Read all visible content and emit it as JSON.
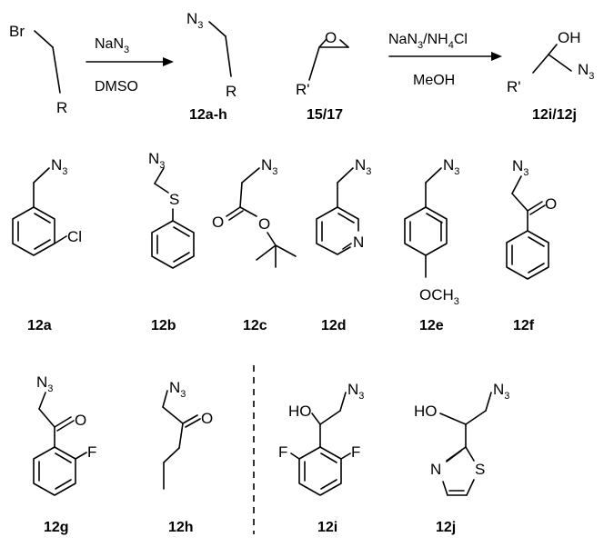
{
  "reactions": [
    {
      "start": {
        "leaving": "Br",
        "substituent": "R"
      },
      "reagent_above": "NaN",
      "reagent_above_sub": "3",
      "reagent_below": "DMSO",
      "product": {
        "group": "N",
        "group_sub": "3",
        "substituent": "R"
      },
      "product_label": "12a-h"
    },
    {
      "start": {
        "substituent": "R'",
        "ring_atom": "O"
      },
      "start_label": "15/17",
      "reagent_above_parts": [
        "NaN",
        "3",
        "/NH",
        "4",
        "Cl"
      ],
      "reagent_below": "MeOH",
      "product": {
        "hydroxy": "OH",
        "substituent": "R'",
        "group": "N",
        "group_sub": "3"
      },
      "product_label": "12i/12j"
    }
  ],
  "compounds": [
    {
      "label": "12a",
      "atoms": {
        "azide": "N",
        "azide_sub": "3",
        "halogen": "Cl"
      }
    },
    {
      "label": "12b",
      "atoms": {
        "azide": "N",
        "azide_sub": "3",
        "heteroatom": "S"
      }
    },
    {
      "label": "12c",
      "atoms": {
        "azide": "N",
        "azide_sub": "3",
        "carbonyl": "O",
        "ester": "O"
      }
    },
    {
      "label": "12d",
      "atoms": {
        "azide": "N",
        "azide_sub": "3",
        "ring_n": "N"
      }
    },
    {
      "label": "12e",
      "atoms": {
        "azide": "N",
        "azide_sub": "3",
        "methoxy": "OCH",
        "methoxy_sub": "3"
      }
    },
    {
      "label": "12f",
      "atoms": {
        "azide": "N",
        "azide_sub": "3",
        "carbonyl": "O"
      }
    },
    {
      "label": "12g",
      "atoms": {
        "azide": "N",
        "azide_sub": "3",
        "carbonyl": "O",
        "halogen": "F"
      }
    },
    {
      "label": "12h",
      "atoms": {
        "azide": "N",
        "azide_sub": "3",
        "carbonyl": "O"
      }
    },
    {
      "label": "12i",
      "atoms": {
        "azide": "N",
        "azide_sub": "3",
        "hydroxy": "HO",
        "halogen_left": "F",
        "halogen_right": "F"
      }
    },
    {
      "label": "12j",
      "atoms": {
        "azide": "N",
        "azide_sub": "3",
        "hydroxy": "HO",
        "ring_n": "N",
        "ring_s": "S"
      }
    }
  ]
}
